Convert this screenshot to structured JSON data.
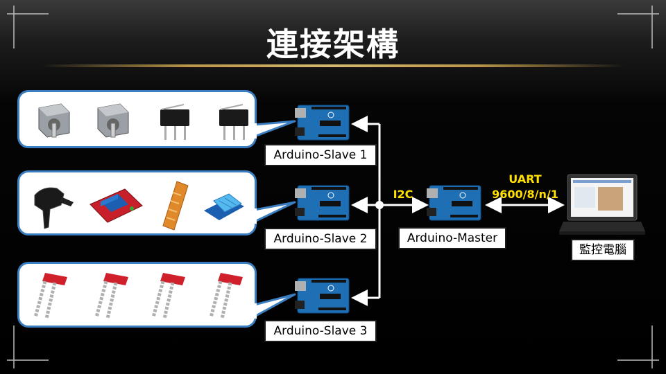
{
  "title": "連接架構",
  "slaves": [
    {
      "label": "Arduino-Slave 1"
    },
    {
      "label": "Arduino-Slave 2"
    },
    {
      "label": "Arduino-Slave 3"
    }
  ],
  "master": {
    "label": "Arduino-Master"
  },
  "pc": {
    "label": "監控電腦"
  },
  "links": {
    "i2c": "I2C",
    "uart_line1": "UART",
    "uart_line2": "9600/8/n/1"
  },
  "groups": [
    {
      "items": [
        "stepper-motor",
        "stepper-motor",
        "micro-switch",
        "micro-switch"
      ]
    },
    {
      "items": [
        "water-pump",
        "relay-module",
        "water-level-sensor",
        "dht-sensor"
      ]
    },
    {
      "items": [
        "soil-moisture-sensor",
        "soil-moisture-sensor",
        "soil-moisture-sensor",
        "soil-moisture-sensor"
      ]
    }
  ],
  "colors": {
    "bubble_border": "#3a7dc0",
    "annotation": "#ffe000",
    "board": "#1f6fb5",
    "accent_rule": "#c9a45c"
  }
}
